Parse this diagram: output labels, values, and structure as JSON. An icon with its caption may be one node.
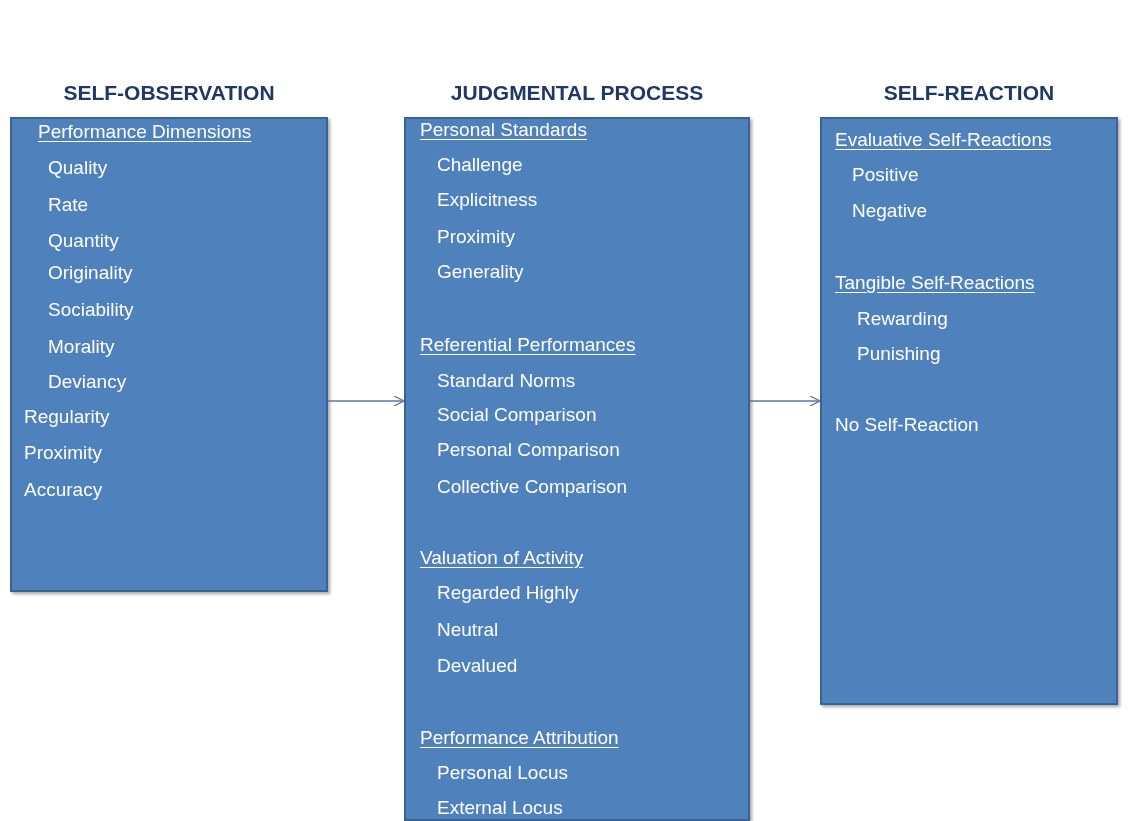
{
  "diagram": {
    "nodes": [
      {
        "text": [
          "SELF-OBSERVATION",
          "Performance Dimensions",
          "Quality",
          "Rate",
          "Quantity",
          "Originality",
          "Sociability",
          "Morality",
          "Deviancy",
          "Regularity",
          "Proximity",
          "Accuracy"
        ]
      },
      {
        "text": [
          "JUDGMENTAL PROCESS",
          "Personal Standards",
          "Challenge",
          "Explicitness",
          "Proximity",
          "Generality",
          "Referential Performances",
          "Standard Norms",
          "Social Comparison",
          "Personal Comparison",
          "Collective Comparison",
          "Valuation of Activity",
          "Regarded Highly",
          "Neutral",
          "Devalued",
          "Performance Attribution",
          "Personal Locus",
          "External Locus"
        ]
      },
      {
        "text": [
          "SELF-REACTION",
          "Evaluative Self-Reactions",
          "Positive",
          "Negative",
          "Tangible Self-Reactions",
          "Rewarding",
          "Punishing",
          "No Self-Reaction"
        ]
      }
    ],
    "edges": [
      {
        "from": 0,
        "to": 1,
        "arrow": "to"
      },
      {
        "from": 1,
        "to": 2,
        "arrow": "to"
      }
    ]
  }
}
